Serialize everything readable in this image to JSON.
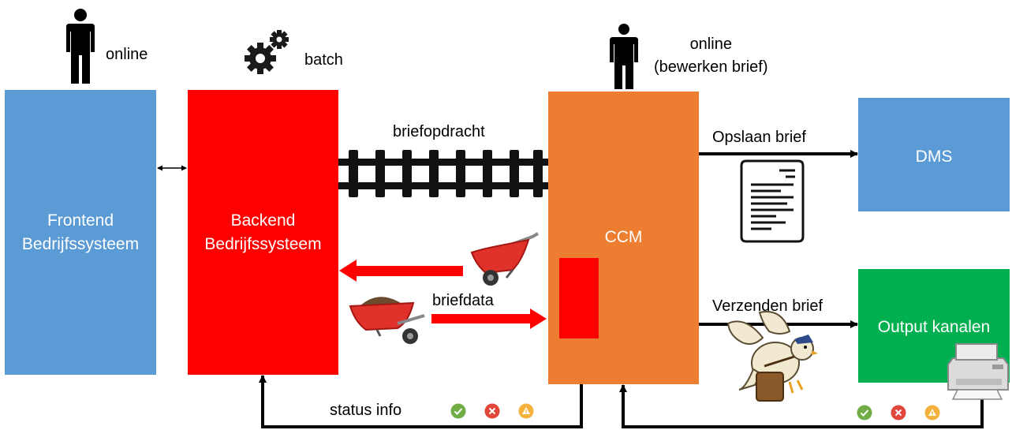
{
  "colors": {
    "frontend": "#5b9bd5",
    "backend": "#ff0000",
    "ccm": "#ed7d31",
    "dms": "#5b9bd5",
    "output": "#00b050",
    "status_ok": "#70ad47",
    "status_error": "#e0473a",
    "status_warning": "#f4b23c"
  },
  "actors": {
    "frontend_actor": {
      "label": "online",
      "icon": "person-icon"
    },
    "backend_actor": {
      "label": "batch",
      "icon": "gears-icon"
    },
    "ccm_actor": {
      "label": "online\n(bewerken brief)",
      "icon": "person-icon"
    }
  },
  "boxes": {
    "frontend": "Frontend\nBedrijfssysteem",
    "backend": "Backend\nBedrijfssysteem",
    "ccm": "CCM",
    "dms": "DMS",
    "output": "Output kanalen"
  },
  "flows": {
    "briefopdracht": "briefopdracht",
    "briefdata": "briefdata",
    "opslaan": "Opslaan brief",
    "verzenden": "Verzenden brief",
    "status": "status info"
  },
  "icons": {
    "track": "railway-track-icon",
    "wheelbarrow_empty": "empty-wheelbarrow-icon",
    "wheelbarrow_full": "full-wheelbarrow-icon",
    "document": "document-icon",
    "pigeon": "carrier-pigeon-icon",
    "printer": "printer-icon",
    "status_ok": "check-icon",
    "status_error": "cross-icon",
    "status_warning": "warning-icon"
  }
}
